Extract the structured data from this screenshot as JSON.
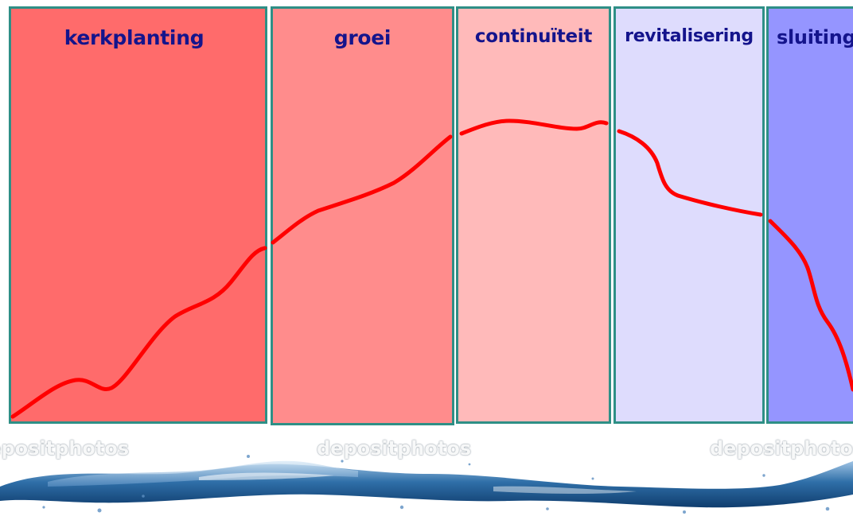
{
  "phases": [
    {
      "label": "kerkplanting",
      "color": "#ff6b6b"
    },
    {
      "label": "groei",
      "color": "#ff8c8c"
    },
    {
      "label": "continuïteit",
      "color": "#ffbaba"
    },
    {
      "label": "revitalisering",
      "color": "#dedcfd"
    },
    {
      "label": "sluiting",
      "color": "#9595ff"
    }
  ],
  "curve_color": "#ff0000",
  "border_color": "#2e8f86",
  "label_color": "#14148c",
  "watermarks": [
    "depositphotos",
    "depositphotos",
    "depositphotos"
  ],
  "background_image": "water-splash-wave"
}
